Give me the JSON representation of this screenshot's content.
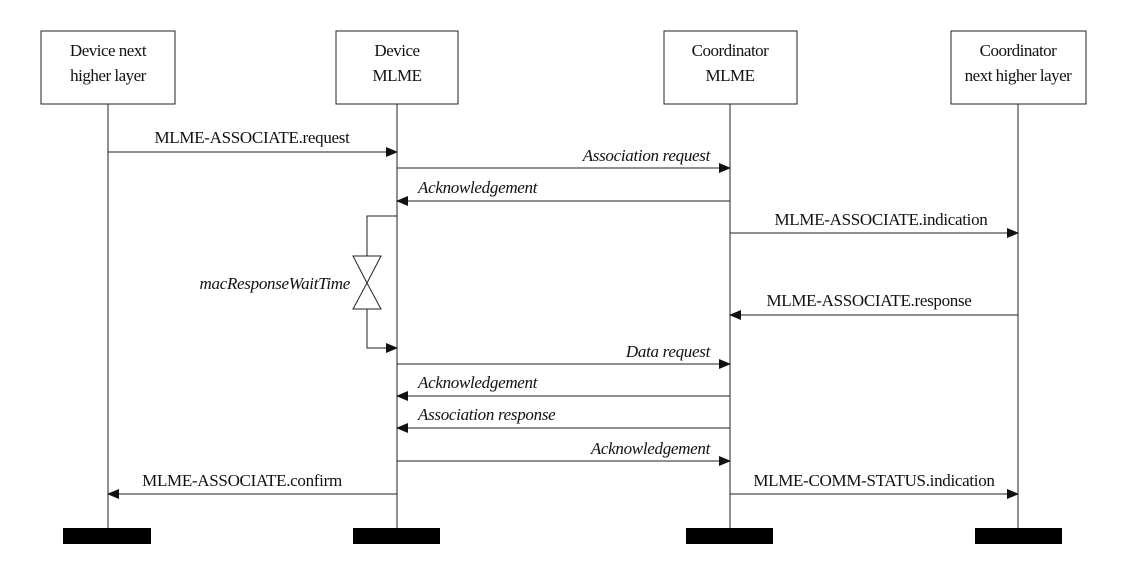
{
  "participants": [
    {
      "line1": "Device next",
      "line2": "higher layer"
    },
    {
      "line1": "Device",
      "line2": "MLME"
    },
    {
      "line1": "Coordinator",
      "line2": "MLME"
    },
    {
      "line1": "Coordinator",
      "line2": "next higher layer"
    }
  ],
  "messages": [
    {
      "label": "MLME-ASSOCIATE.request",
      "italic": false
    },
    {
      "label": "Association request",
      "italic": true
    },
    {
      "label": "Acknowledgement",
      "italic": true
    },
    {
      "label": "MLME-ASSOCIATE.indication",
      "italic": false
    },
    {
      "label": "MLME-ASSOCIATE.response",
      "italic": false
    },
    {
      "label": "Data request",
      "italic": true
    },
    {
      "label": "Acknowledgement",
      "italic": true
    },
    {
      "label": "Association response",
      "italic": true
    },
    {
      "label": "Acknowledgement",
      "italic": true
    },
    {
      "label": "MLME-ASSOCIATE.confirm",
      "italic": false
    },
    {
      "label": "MLME-COMM-STATUS.indication",
      "italic": false
    }
  ],
  "timer": {
    "label": "macResponseWaitTime"
  },
  "colors": {
    "line": "#222222",
    "bar": "#000000",
    "text": "#111111"
  }
}
